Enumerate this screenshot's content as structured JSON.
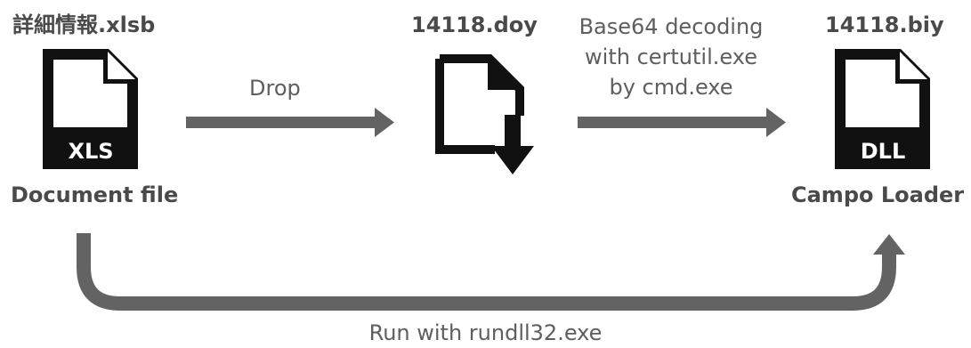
{
  "nodes": {
    "xlsb": {
      "filename": "詳細情報.xlsb",
      "badge": "XLS",
      "caption": "Document file",
      "icon": "document-file-icon"
    },
    "doy": {
      "filename": "14118.doy",
      "icon": "file-download-icon"
    },
    "biy": {
      "filename": "14118.biy",
      "badge": "DLL",
      "caption": "Campo Loader",
      "icon": "dll-file-icon"
    }
  },
  "edges": {
    "drop": {
      "label": "Drop"
    },
    "decode": {
      "label_lines": [
        "Base64 decoding",
        "with certutil.exe",
        "by cmd.exe"
      ]
    },
    "run": {
      "label": "Run with rundll32.exe"
    }
  },
  "colors": {
    "icon": "#111111",
    "arrow": "#636363",
    "text_bold": "#4a4a4a",
    "text_light": "#5e5e5e"
  }
}
